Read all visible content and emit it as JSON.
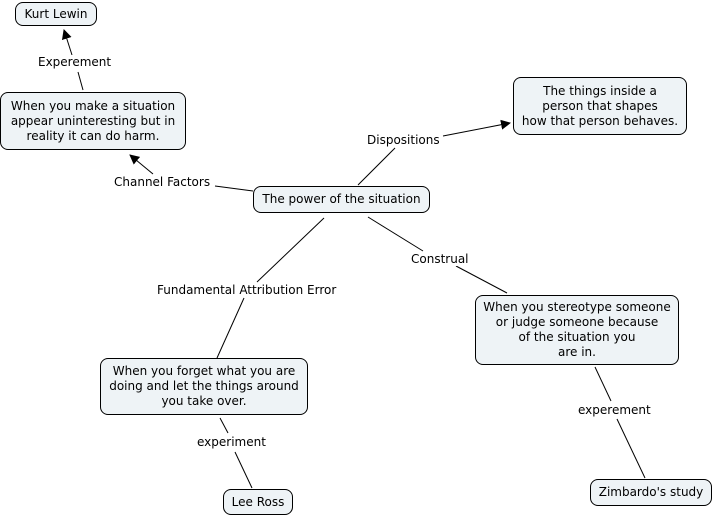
{
  "concept_map": {
    "central": "The power of the situation",
    "nodes": {
      "kurt_lewin": "Kurt Lewin",
      "channel_def": "When you make a situation\nappear uninteresting but in\nreality it can do harm.",
      "disposition_def": "The things inside a\nperson that shapes\nhow that person behaves.",
      "construal_def": "When you stereotype someone\nor judge someone because\nof the situation you\nare in.",
      "fae_def": "When you forget what you are\ndoing and let the things around\nyou take over.",
      "lee_ross": "Lee Ross",
      "zimbardo": "Zimbardo's study"
    },
    "links": {
      "experement_top": "Experement",
      "channel_factors": "Channel Factors",
      "dispositions": "Dispositions",
      "construal": "Construal",
      "fae": "Fundamental Attribution Error",
      "experiment": "experiment",
      "experement_bottom": "experement"
    }
  }
}
